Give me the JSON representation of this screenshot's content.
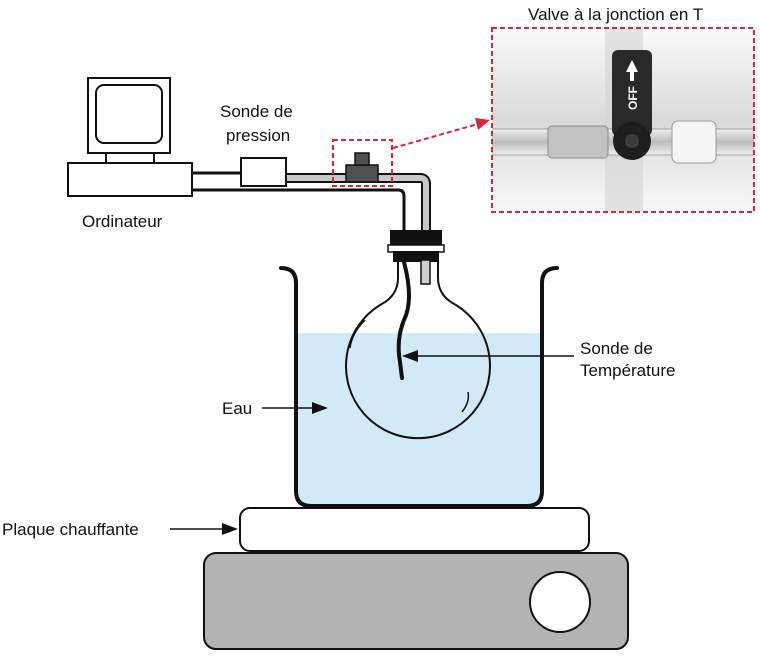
{
  "labels": {
    "valve": "Valve à la jonction en T",
    "pressure_probe_line1": "Sonde de",
    "pressure_probe_line2": "pression",
    "computer": "Ordinateur",
    "temp_probe_line1": "Sonde de",
    "temp_probe_line2": "Température",
    "water": "Eau",
    "hotplate": "Plaque chauffante",
    "valve_off": "OFF"
  },
  "colors": {
    "water": "#d2e9f7",
    "callout": "#d7263d",
    "tube": "#c8c8c8",
    "hotplate_base": "#b3b3b3",
    "outline": "#111111"
  }
}
